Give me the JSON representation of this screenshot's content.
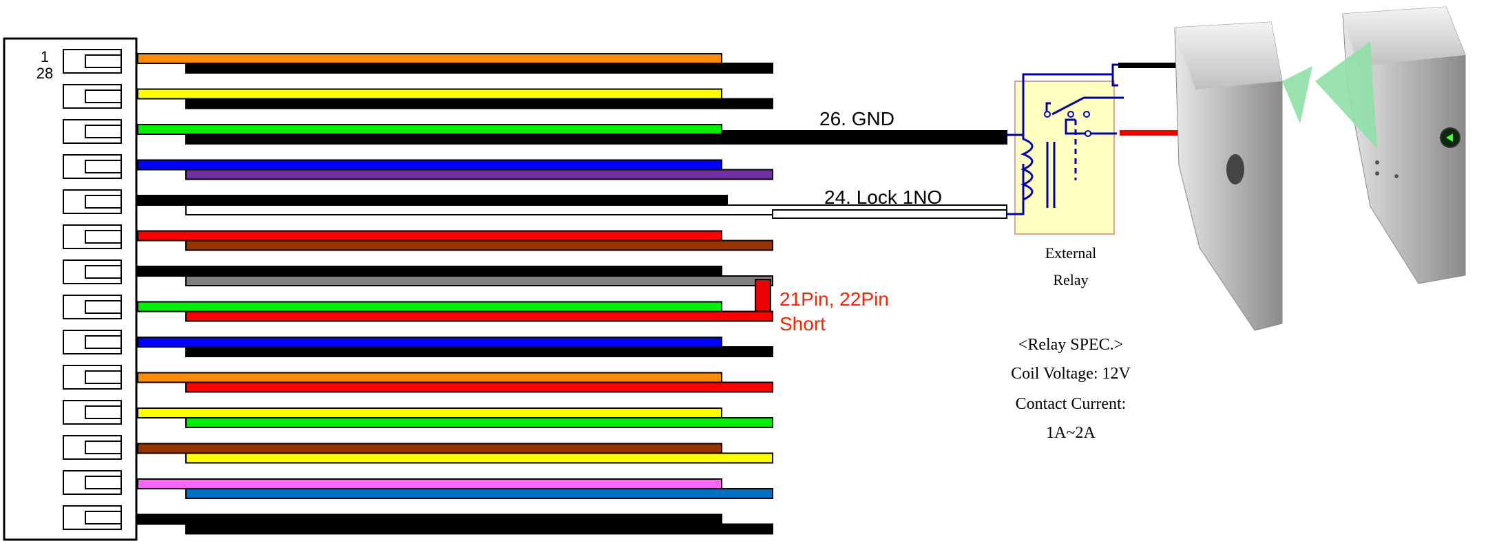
{
  "connector": {
    "pin_top_label": "1",
    "pin_bottom_label": "28",
    "slot_count": 14
  },
  "wire_pairs": [
    {
      "top": "#ff8c00",
      "bottom": "#000000"
    },
    {
      "top": "#ffff00",
      "bottom": "#000000"
    },
    {
      "top": "#00ee00",
      "bottom": "#000000"
    },
    {
      "top": "#0000ff",
      "bottom": "#7030a0"
    },
    {
      "top": "#000000",
      "bottom": "#ffffff"
    },
    {
      "top": "#ff0000",
      "bottom": "#993300"
    },
    {
      "top": "#000000",
      "bottom": "#808080"
    },
    {
      "top": "#00ee00",
      "bottom": "#ff0000"
    },
    {
      "top": "#0000ff",
      "bottom": "#000000"
    },
    {
      "top": "#ff8c00",
      "bottom": "#ff0000"
    },
    {
      "top": "#ffff00",
      "bottom": "#00ee00"
    },
    {
      "top": "#993300",
      "bottom": "#ffff00"
    },
    {
      "top": "#ff66ff",
      "bottom": "#0070c0"
    },
    {
      "top": "#000000",
      "bottom": "#000000"
    }
  ],
  "labels": {
    "gnd": "26. GND",
    "lock": "24. Lock 1NO",
    "short_line1": "21Pin, 22Pin",
    "short_line2": "Short",
    "relay_line1": "External",
    "relay_line2": "Relay",
    "spec_title": "<Relay SPEC.>",
    "spec_coil": "Coil Voltage: 12V",
    "spec_contact": "Contact Current:",
    "spec_range": "1A~2A"
  },
  "colors": {
    "relay_fill": "#ffffc0",
    "relay_border": "#e0a0a0",
    "relay_wire": "#0000aa",
    "short_red": "#ee0000",
    "label_red": "#ff2200",
    "turnstile_body": "#c8c8c8",
    "turnstile_flap": "#8fe0a8"
  }
}
